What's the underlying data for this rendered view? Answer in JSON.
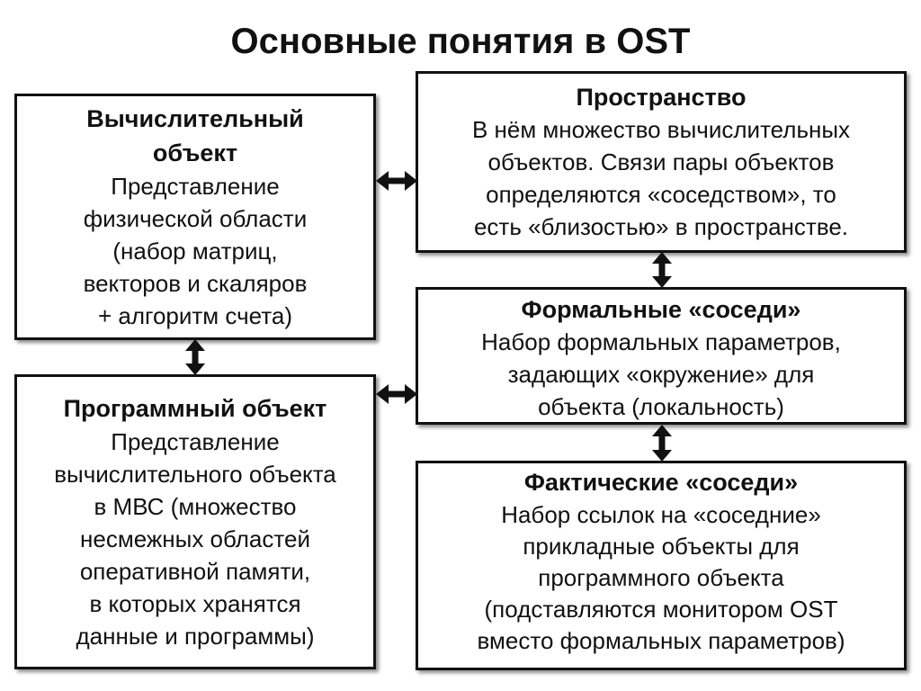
{
  "title": "Основные понятия в OST",
  "boxes": {
    "computational_object": {
      "heading": "Вычислительный\nобъект",
      "body": "Представление\nфизической области\n(набор матриц,\nвекторов и скаляров\n+ алгоритм счета)"
    },
    "program_object": {
      "heading": "Программный объект",
      "body": "Представление\nвычислительного объекта\nв МВС (множество\nнесмежных областей\nоперативной памяти,\nв которых хранятся\nданные и программы)"
    },
    "space": {
      "heading": "Пространство",
      "body": "В нём множество вычислительных\nобъектов. Связи пары объектов\nопределяются «соседством», то\nесть «близостью» в пространстве."
    },
    "formal_neighbors": {
      "heading": "Формальные «соседи»",
      "body": "Набор формальных параметров,\nзадающих «окружение» для\nобъекта (локальность)"
    },
    "actual_neighbors": {
      "heading": "Фактические «соседи»",
      "body": "Набор ссылок на «соседние»\nприкладные объекты для\nпрограммного объекта\n(подставляются монитором OST\nвместо формальных параметров)"
    }
  },
  "colors": {
    "border": "#111111",
    "background": "#ffffff",
    "text": "#111111"
  }
}
